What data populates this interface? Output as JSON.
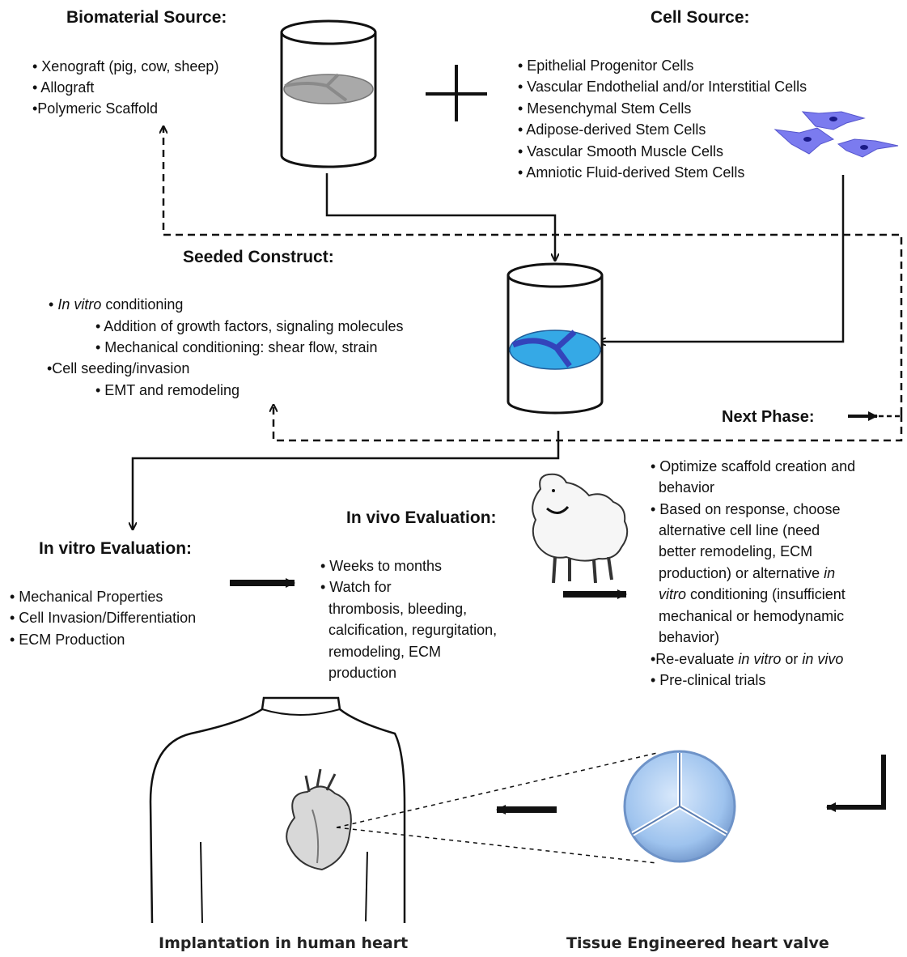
{
  "biomaterial": {
    "title": "Biomaterial Source:",
    "items": [
      "• Xenograft (pig, cow, sheep)",
      "• Allograft",
      "•Polymeric Scaffold"
    ]
  },
  "cells": {
    "title": "Cell Source:",
    "items": [
      "• Epithelial Progenitor Cells",
      "• Vascular Endothelial and/or Interstitial Cells",
      "• Mesenchymal Stem Cells",
      "• Adipose-derived Stem Cells",
      "• Vascular Smooth Muscle Cells",
      "• Amniotic Fluid-derived Stem Cells"
    ]
  },
  "seeded": {
    "title": "Seeded Construct:",
    "item1_prefix": "• ",
    "item1_italic": "In vitro",
    "item1_suffix": " conditioning",
    "item2": "• Addition of growth factors, signaling molecules",
    "item3": "• Mechanical conditioning: shear flow, strain",
    "item4": "•Cell seeding/invasion",
    "item5": "• EMT and remodeling"
  },
  "next_phase": {
    "label": "Next Phase:"
  },
  "invitro_eval": {
    "title": "In vitro Evaluation:",
    "items": [
      "• Mechanical Properties",
      "• Cell Invasion/Differentiation",
      "• ECM Production"
    ]
  },
  "invivo_eval": {
    "title": "In vivo Evaluation:",
    "items": [
      "• Weeks to months",
      "• Watch for",
      "  thrombosis, bleeding,",
      "  calcification, regurgitation,",
      "  remodeling, ECM",
      "  production"
    ]
  },
  "optimize": {
    "l1": "• Optimize scaffold creation and",
    "l2": "  behavior",
    "l3": "• Based on response, choose",
    "l4": "  alternative cell line (need",
    "l5": "  better remodeling, ECM",
    "l6_prefix": "  production) or alternative ",
    "l6_italic": "in",
    "l7_italic": "  vitro",
    "l7_suffix": " conditioning (insufficient",
    "l8": "  mechanical or hemodynamic",
    "l9": "  behavior)",
    "l10_prefix": "•Re-evaluate ",
    "l10_italic1": "in vitro",
    "l10_mid": " or ",
    "l10_italic2": "in vivo",
    "l11": "• Pre-clinical trials"
  },
  "captions": {
    "implantation": "Implantation in human heart",
    "valve": "Tissue Engineered heart valve"
  },
  "colors": {
    "line": "#111111",
    "scaffold_fill": "#a9a9a9",
    "construct_fill": "#35a9e6",
    "construct_leaflet": "#3344bb",
    "cell_fill": "#7b7bef",
    "valve_fill": "#9ec3ee",
    "valve_edge": "#6e93c8"
  },
  "icons": [
    "beaker-scaffold-icon",
    "beaker-seeded-icon",
    "cells-icon",
    "sheep-icon",
    "torso-icon",
    "heart-icon",
    "valve-icon",
    "plus-icon"
  ]
}
